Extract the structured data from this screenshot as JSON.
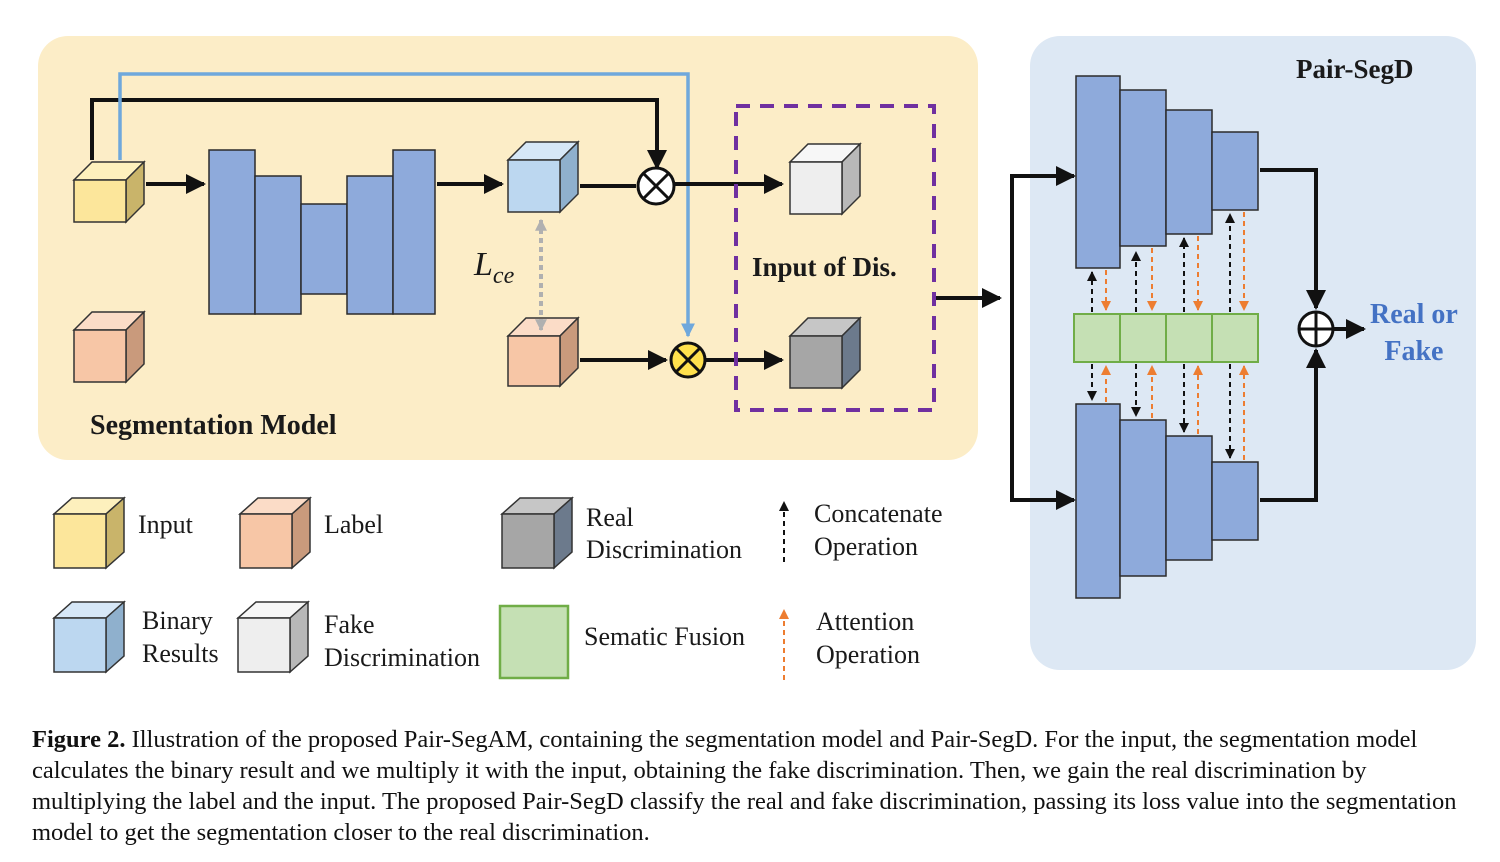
{
  "panels": {
    "segmentation_model": "Segmentation Model",
    "discriminator": "Pair-SegD"
  },
  "labels": {
    "loss": "L",
    "loss_sub": "ce",
    "input_of_dis": "Input of Dis.",
    "output_line1": "Real or",
    "output_line2": "Fake"
  },
  "legend": {
    "input": "Input",
    "label": "Label",
    "real_line1": "Real",
    "real_line2": "Discrimination",
    "concat_line1": "Concatenate",
    "concat_line2": "Operation",
    "binary_line1": "Binary",
    "binary_line2": "Results",
    "fake_line1": "Fake",
    "fake_line2": "Discrimination",
    "fusion": "Sematic Fusion",
    "attn_line1": "Attention",
    "attn_line2": "Operation"
  },
  "caption": {
    "label": "Figure 2.",
    "text": " Illustration of the proposed Pair-SegAM, containing the segmentation model and Pair-SegD. For the input, the segmentation model calculates the binary result and we multiply it with the input, obtaining the fake discrimination. Then, we gain the real discrimination by multiplying the label and the input. The proposed Pair-SegD classify the real and fake discrimination, passing its loss value into the segmentation model to get the segmentation closer to the real discrimination."
  },
  "colors": {
    "seg_panel": "#fcedc7",
    "dis_panel": "#dde8f4",
    "block_blue": "#8eaadb",
    "input_yellow": "#fce69b",
    "label_salmon": "#f7c6a6",
    "binary_blue": "#bcd7f0",
    "fake_white": "#eeeeee",
    "real_gray": "#a6a6a6",
    "fusion_green": "#c5e0b4",
    "skip_blue": "#6fa8dc",
    "dashed_purple": "#7030a0",
    "attention_orange": "#ed7d31",
    "output_text": "#4472c4"
  }
}
